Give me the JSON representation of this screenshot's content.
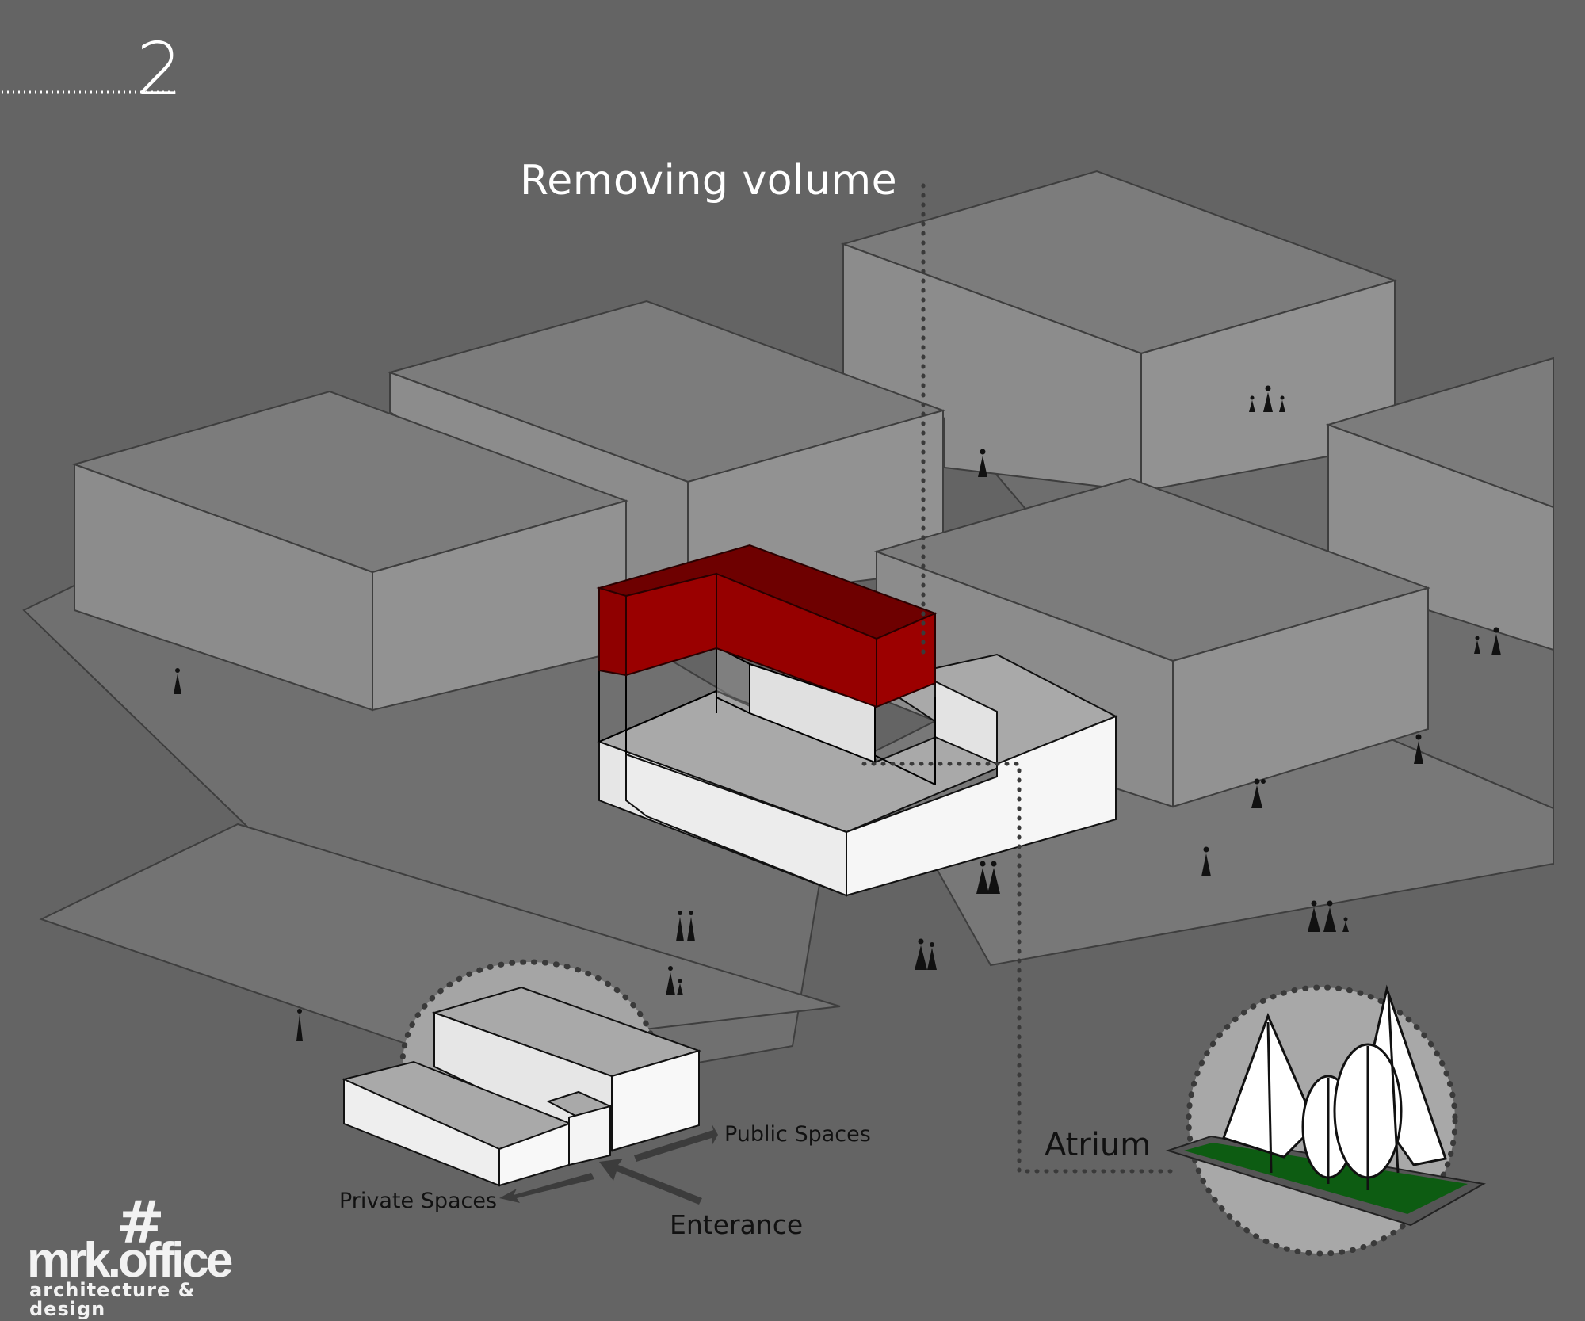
{
  "header": {
    "step_number": "2",
    "title": "Removing volume"
  },
  "labels": {
    "public_spaces": "Public Spaces",
    "private_spaces": "Private Spaces",
    "entrance": "Enterance",
    "atrium": "Atrium"
  },
  "logo": {
    "mark": "#",
    "name": "mrk.office",
    "tagline": "architecture & design"
  },
  "colors": {
    "background": "#646464",
    "ground_plane": "#7a7a7a",
    "building_top": "#7c7c7c",
    "building_face_left": "#8c8c8c",
    "building_face_right": "#919191",
    "removed_volume_top": "#6e0000",
    "removed_volume_face": "#990000",
    "remaining_mass_face": "#f4f4f4",
    "remaining_mass_top": "#a9a9a9",
    "atrium_grass": "#0d5c12",
    "text_light": "#ffffff",
    "text_dark": "#111111"
  },
  "icons": {
    "people": "person-silhouette-icon",
    "trees": "tree-icon",
    "arrows": "arrow-icon"
  }
}
